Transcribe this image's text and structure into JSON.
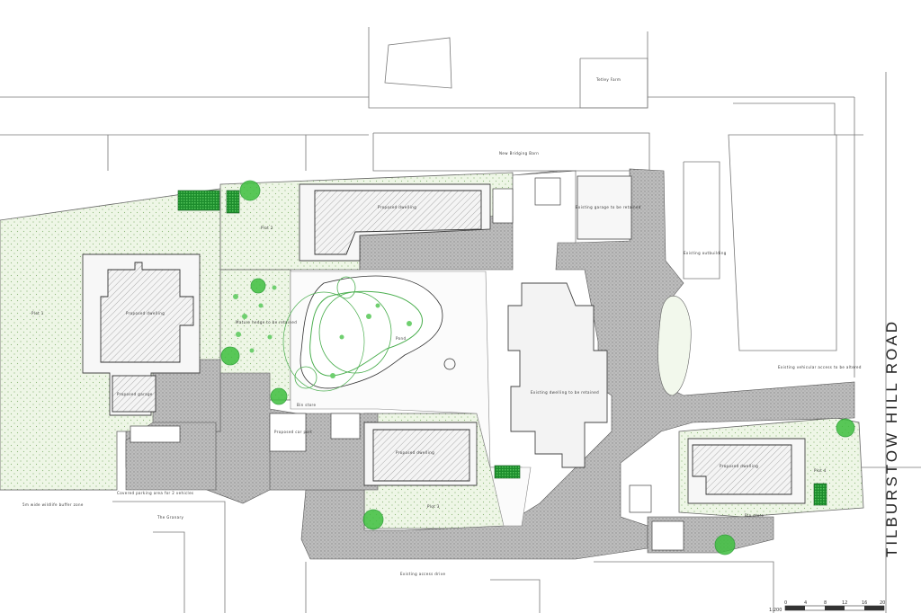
{
  "map": {
    "road_name": "TILBURSTOW HILL ROAD",
    "colors": {
      "garden": "#e8f3dc",
      "gravel": "#b5b5b5",
      "tree": "#3fbf3f",
      "tree_dark": "#1f9a2a",
      "pond_line": "#4caf50",
      "line": "#555555"
    },
    "labels": {
      "top_right_building": "Tetley Farm",
      "new_building": "New Bridging Barn",
      "existing_garage": "Existing garage to be retained",
      "existing_outbuilding": "Existing outbuilding",
      "existing_dwelling": "Existing dwelling to be retained",
      "plot1": "Plot 1",
      "plot2": "Plot 2",
      "plot3": "Plot 3",
      "plot4": "Plot 4",
      "pond": "Pond",
      "proposed_dwelling_1": "Proposed dwelling",
      "proposed_dwelling_2": "Proposed dwelling",
      "proposed_dwelling_3": "Proposed dwelling",
      "proposed_dwelling_4": "Proposed dwelling",
      "proposed_garage": "Proposed garage",
      "existing_drive": "Existing access drive",
      "the_granary": "The Granary",
      "vehicle_access": "Existing vehicular access to be altered",
      "buffer_zone": "5m wide wildlife buffer zone",
      "hedge_note": "Mature hedge to be retained",
      "parking_note": "Covered parking area for 2 vehicles",
      "bins_note": "Bin store",
      "car_port": "Proposed car port",
      "bin_store_2": "Bin store"
    },
    "scale": {
      "ratio": "1:200",
      "ticks": [
        "0",
        "4",
        "8",
        "12",
        "16",
        "20"
      ]
    }
  }
}
